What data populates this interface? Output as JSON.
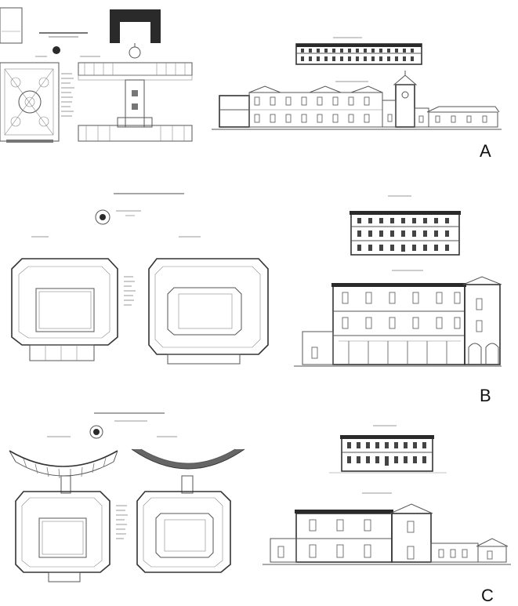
{
  "panels": [
    {
      "id": "A",
      "label": "A"
    },
    {
      "id": "B",
      "label": "B"
    },
    {
      "id": "C",
      "label": "C"
    }
  ]
}
